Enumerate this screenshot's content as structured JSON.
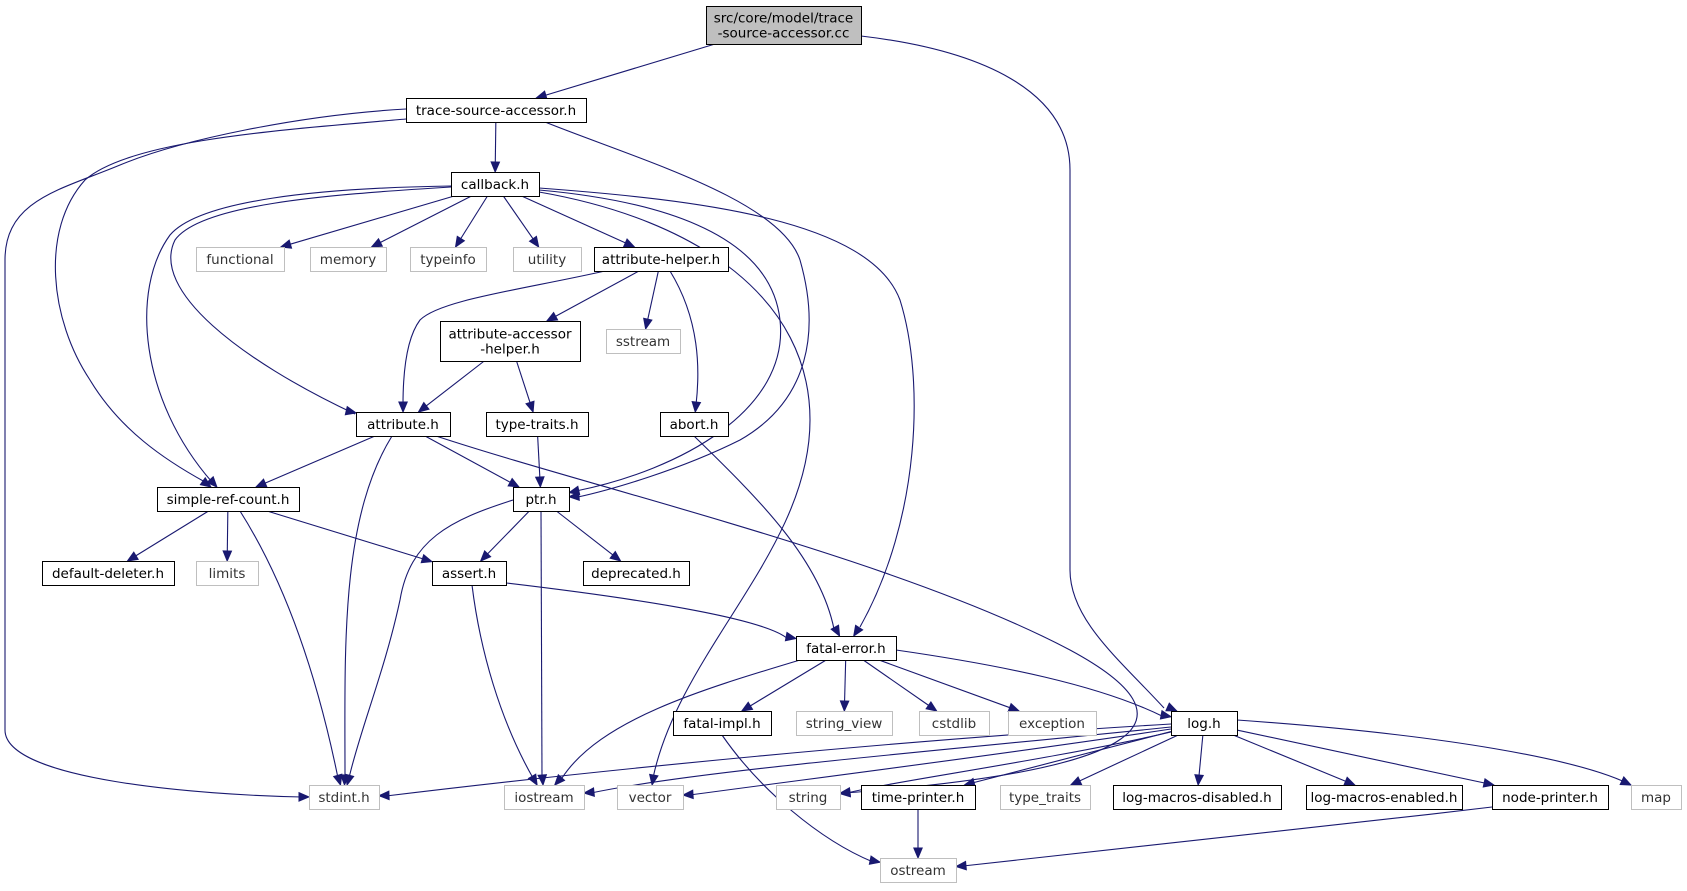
{
  "graph": {
    "edge_color": "#191970",
    "nodes": [
      {
        "id": "root",
        "lines": [
          "src/core/model/trace",
          "-source-accessor.cc"
        ],
        "kind": "root"
      },
      {
        "id": "tsa",
        "lines": [
          "trace-source-accessor.h"
        ],
        "kind": "local"
      },
      {
        "id": "callback",
        "lines": [
          "callback.h"
        ],
        "kind": "local"
      },
      {
        "id": "functional",
        "lines": [
          "functional"
        ],
        "kind": "system"
      },
      {
        "id": "memory",
        "lines": [
          "memory"
        ],
        "kind": "system"
      },
      {
        "id": "typeinfo",
        "lines": [
          "typeinfo"
        ],
        "kind": "system"
      },
      {
        "id": "utility",
        "lines": [
          "utility"
        ],
        "kind": "system"
      },
      {
        "id": "attrhelper",
        "lines": [
          "attribute-helper.h"
        ],
        "kind": "local"
      },
      {
        "id": "sstream",
        "lines": [
          "sstream"
        ],
        "kind": "system"
      },
      {
        "id": "attracc",
        "lines": [
          "attribute-accessor",
          "-helper.h"
        ],
        "kind": "local"
      },
      {
        "id": "attribute",
        "lines": [
          "attribute.h"
        ],
        "kind": "local"
      },
      {
        "id": "typetraits",
        "lines": [
          "type-traits.h"
        ],
        "kind": "local"
      },
      {
        "id": "abort",
        "lines": [
          "abort.h"
        ],
        "kind": "local"
      },
      {
        "id": "srcount",
        "lines": [
          "simple-ref-count.h"
        ],
        "kind": "local"
      },
      {
        "id": "ptr",
        "lines": [
          "ptr.h"
        ],
        "kind": "local"
      },
      {
        "id": "defdel",
        "lines": [
          "default-deleter.h"
        ],
        "kind": "local"
      },
      {
        "id": "limits",
        "lines": [
          "limits"
        ],
        "kind": "system"
      },
      {
        "id": "assert",
        "lines": [
          "assert.h"
        ],
        "kind": "local"
      },
      {
        "id": "deprecated",
        "lines": [
          "deprecated.h"
        ],
        "kind": "local"
      },
      {
        "id": "fatalerr",
        "lines": [
          "fatal-error.h"
        ],
        "kind": "local"
      },
      {
        "id": "fatalimpl",
        "lines": [
          "fatal-impl.h"
        ],
        "kind": "local"
      },
      {
        "id": "string_view",
        "lines": [
          "string_view"
        ],
        "kind": "system"
      },
      {
        "id": "cstdlib",
        "lines": [
          "cstdlib"
        ],
        "kind": "system"
      },
      {
        "id": "exception",
        "lines": [
          "exception"
        ],
        "kind": "system"
      },
      {
        "id": "log",
        "lines": [
          "log.h"
        ],
        "kind": "local"
      },
      {
        "id": "stdint",
        "lines": [
          "stdint.h"
        ],
        "kind": "system"
      },
      {
        "id": "iostream",
        "lines": [
          "iostream"
        ],
        "kind": "system"
      },
      {
        "id": "vector",
        "lines": [
          "vector"
        ],
        "kind": "system"
      },
      {
        "id": "string",
        "lines": [
          "string"
        ],
        "kind": "system"
      },
      {
        "id": "timeprinter",
        "lines": [
          "time-printer.h"
        ],
        "kind": "local"
      },
      {
        "id": "type_traits",
        "lines": [
          "type_traits"
        ],
        "kind": "system"
      },
      {
        "id": "logdis",
        "lines": [
          "log-macros-disabled.h"
        ],
        "kind": "local"
      },
      {
        "id": "logen",
        "lines": [
          "log-macros-enabled.h"
        ],
        "kind": "local"
      },
      {
        "id": "nodeprinter",
        "lines": [
          "node-printer.h"
        ],
        "kind": "local"
      },
      {
        "id": "map",
        "lines": [
          "map"
        ],
        "kind": "system"
      },
      {
        "id": "ostream",
        "lines": [
          "ostream"
        ],
        "kind": "system"
      }
    ],
    "edges": [
      [
        "root",
        "tsa"
      ],
      [
        "root",
        "log"
      ],
      [
        "tsa",
        "callback"
      ],
      [
        "tsa",
        "srcount"
      ],
      [
        "tsa",
        "stdint"
      ],
      [
        "tsa",
        "ptr"
      ],
      [
        "callback",
        "functional"
      ],
      [
        "callback",
        "memory"
      ],
      [
        "callback",
        "typeinfo"
      ],
      [
        "callback",
        "utility"
      ],
      [
        "callback",
        "attrhelper"
      ],
      [
        "callback",
        "attribute"
      ],
      [
        "callback",
        "srcount"
      ],
      [
        "callback",
        "ptr"
      ],
      [
        "callback",
        "fatalerr"
      ],
      [
        "callback",
        "vector"
      ],
      [
        "attrhelper",
        "attracc"
      ],
      [
        "attrhelper",
        "attribute"
      ],
      [
        "attrhelper",
        "sstream"
      ],
      [
        "attrhelper",
        "abort"
      ],
      [
        "attracc",
        "attribute"
      ],
      [
        "attracc",
        "typetraits"
      ],
      [
        "attribute",
        "srcount"
      ],
      [
        "attribute",
        "ptr"
      ],
      [
        "attribute",
        "stdint"
      ],
      [
        "attribute",
        "string"
      ],
      [
        "typetraits",
        "ptr"
      ],
      [
        "abort",
        "fatalerr"
      ],
      [
        "srcount",
        "defdel"
      ],
      [
        "srcount",
        "limits"
      ],
      [
        "srcount",
        "assert"
      ],
      [
        "srcount",
        "stdint"
      ],
      [
        "ptr",
        "assert"
      ],
      [
        "ptr",
        "deprecated"
      ],
      [
        "ptr",
        "stdint"
      ],
      [
        "ptr",
        "iostream"
      ],
      [
        "assert",
        "fatalerr"
      ],
      [
        "assert",
        "iostream"
      ],
      [
        "fatalerr",
        "fatalimpl"
      ],
      [
        "fatalerr",
        "string_view"
      ],
      [
        "fatalerr",
        "cstdlib"
      ],
      [
        "fatalerr",
        "exception"
      ],
      [
        "fatalerr",
        "log"
      ],
      [
        "fatalerr",
        "iostream"
      ],
      [
        "fatalimpl",
        "ostream"
      ],
      [
        "log",
        "stdint"
      ],
      [
        "log",
        "iostream"
      ],
      [
        "log",
        "vector"
      ],
      [
        "log",
        "string"
      ],
      [
        "log",
        "timeprinter"
      ],
      [
        "log",
        "type_traits"
      ],
      [
        "log",
        "logdis"
      ],
      [
        "log",
        "logen"
      ],
      [
        "log",
        "nodeprinter"
      ],
      [
        "log",
        "map"
      ],
      [
        "timeprinter",
        "ostream"
      ],
      [
        "nodeprinter",
        "ostream"
      ]
    ]
  }
}
